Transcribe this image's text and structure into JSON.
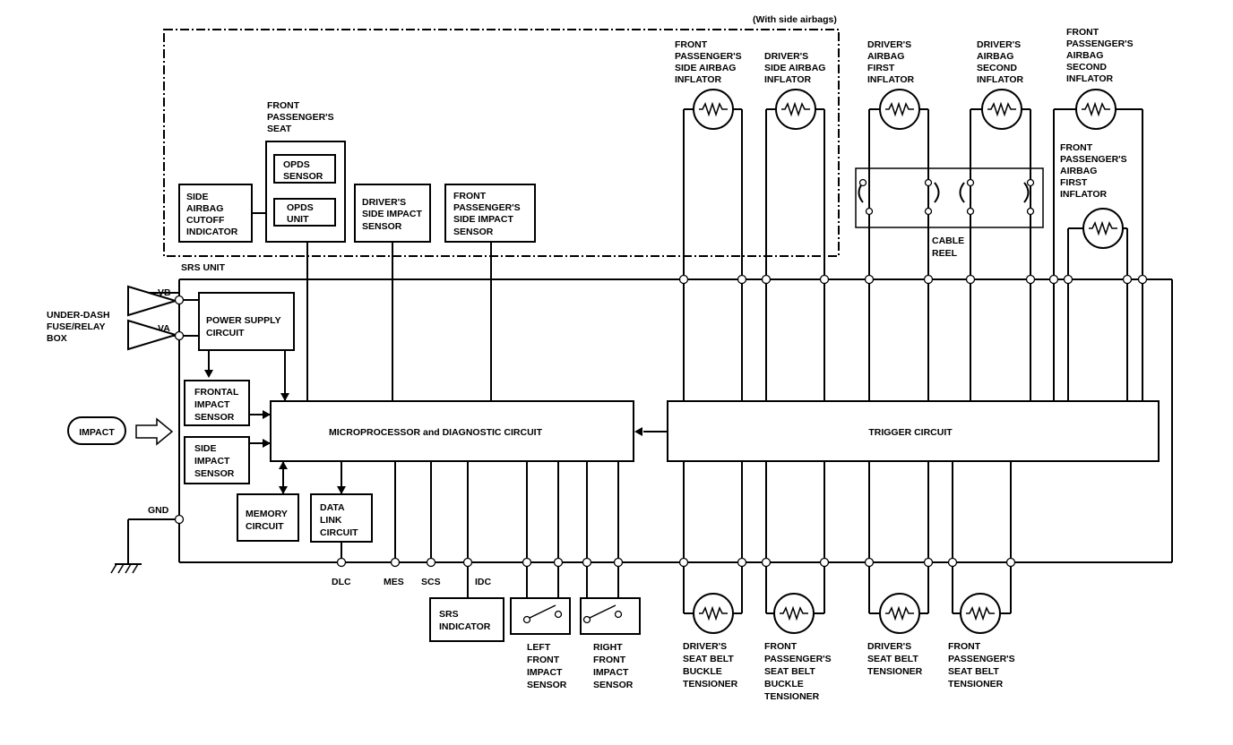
{
  "header": {
    "side_airbag_note": "(With side airbags)"
  },
  "srs_unit": {
    "label": "SRS UNIT",
    "vb": "VB",
    "va": "VA",
    "gnd": "GND"
  },
  "fuse_box": {
    "lines": [
      "UNDER-DASH",
      "FUSE/RELAY",
      "BOX"
    ]
  },
  "impact_input": {
    "label": "IMPACT"
  },
  "internal_blocks": {
    "power_supply": [
      "POWER SUPPLY",
      "CIRCUIT"
    ],
    "frontal_impact_sensor": [
      "FRONTAL",
      "IMPACT",
      "SENSOR"
    ],
    "side_impact_sensor": [
      "SIDE",
      "IMPACT",
      "SENSOR"
    ],
    "microprocessor": "MICROPROCESSOR and DIAGNOSTIC CIRCUIT",
    "trigger": "TRIGGER CIRCUIT",
    "memory": [
      "MEMORY",
      "CIRCUIT"
    ],
    "data_link": [
      "DATA",
      "LINK",
      "CIRCUIT"
    ]
  },
  "seat_group": {
    "title": [
      "FRONT",
      "PASSENGER'S",
      "SEAT"
    ],
    "opds_sensor": [
      "OPDS",
      "SENSOR"
    ],
    "opds_unit": [
      "OPDS",
      "UNIT"
    ]
  },
  "cutoff_indicator": [
    "SIDE",
    "AIRBAG",
    "CUTOFF",
    "INDICATOR"
  ],
  "side_impact_sensors": {
    "driver": [
      "DRIVER'S",
      "SIDE IMPACT",
      "SENSOR"
    ],
    "passenger": [
      "FRONT",
      "PASSENGER'S",
      "SIDE IMPACT",
      "SENSOR"
    ]
  },
  "inflators": {
    "fp_side": [
      "FRONT",
      "PASSENGER'S",
      "SIDE AIRBAG",
      "INFLATOR"
    ],
    "drv_side": [
      "DRIVER'S",
      "SIDE AIRBAG",
      "INFLATOR"
    ],
    "drv_first": [
      "DRIVER'S",
      "AIRBAG",
      "FIRST",
      "INFLATOR"
    ],
    "drv_second": [
      "DRIVER'S",
      "AIRBAG",
      "SECOND",
      "INFLATOR"
    ],
    "fp_second": [
      "FRONT",
      "PASSENGER'S",
      "AIRBAG",
      "SECOND",
      "INFLATOR"
    ],
    "fp_first": [
      "FRONT",
      "PASSENGER'S",
      "AIRBAG",
      "FIRST",
      "INFLATOR"
    ]
  },
  "cable_reel": [
    "CABLE",
    "REEL"
  ],
  "connectors": {
    "dlc": "DLC",
    "mes": "MES",
    "scs": "SCS",
    "idc": "IDC"
  },
  "srs_indicator": [
    "SRS",
    "INDICATOR"
  ],
  "front_impact_sensors": {
    "left": [
      "LEFT",
      "FRONT",
      "IMPACT",
      "SENSOR"
    ],
    "right": [
      "RIGHT",
      "FRONT",
      "IMPACT",
      "SENSOR"
    ]
  },
  "tensioners": {
    "drv_buckle": [
      "DRIVER'S",
      "SEAT BELT",
      "BUCKLE",
      "TENSIONER"
    ],
    "fp_buckle": [
      "FRONT",
      "PASSENGER'S",
      "SEAT BELT",
      "BUCKLE",
      "TENSIONER"
    ],
    "drv_seatbelt": [
      "DRIVER'S",
      "SEAT BELT",
      "TENSIONER"
    ],
    "fp_seatbelt": [
      "FRONT",
      "PASSENGER'S",
      "SEAT BELT",
      "TENSIONER"
    ]
  }
}
